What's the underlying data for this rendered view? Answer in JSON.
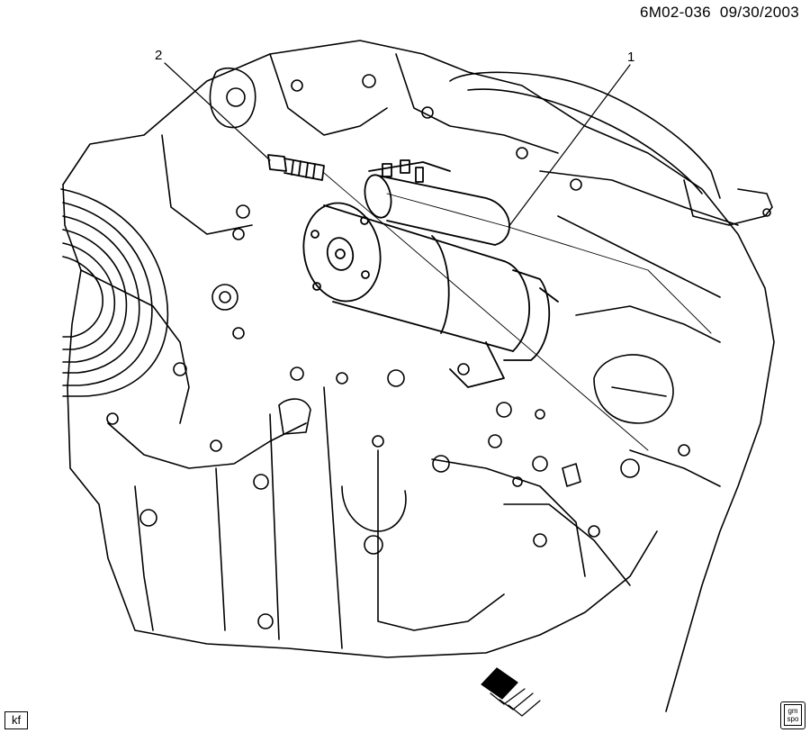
{
  "header": {
    "diagram_code": "6M02-036",
    "date": "09/30/2003"
  },
  "callouts": [
    {
      "id": "1",
      "part": "starter-motor"
    },
    {
      "id": "2",
      "part": "starter-bolt"
    }
  ],
  "footer": {
    "initials_badge": "kf",
    "logo_text_top": "gm",
    "logo_text_bottom": "spo"
  },
  "colors": {
    "line": "#000000",
    "background": "#ffffff"
  }
}
